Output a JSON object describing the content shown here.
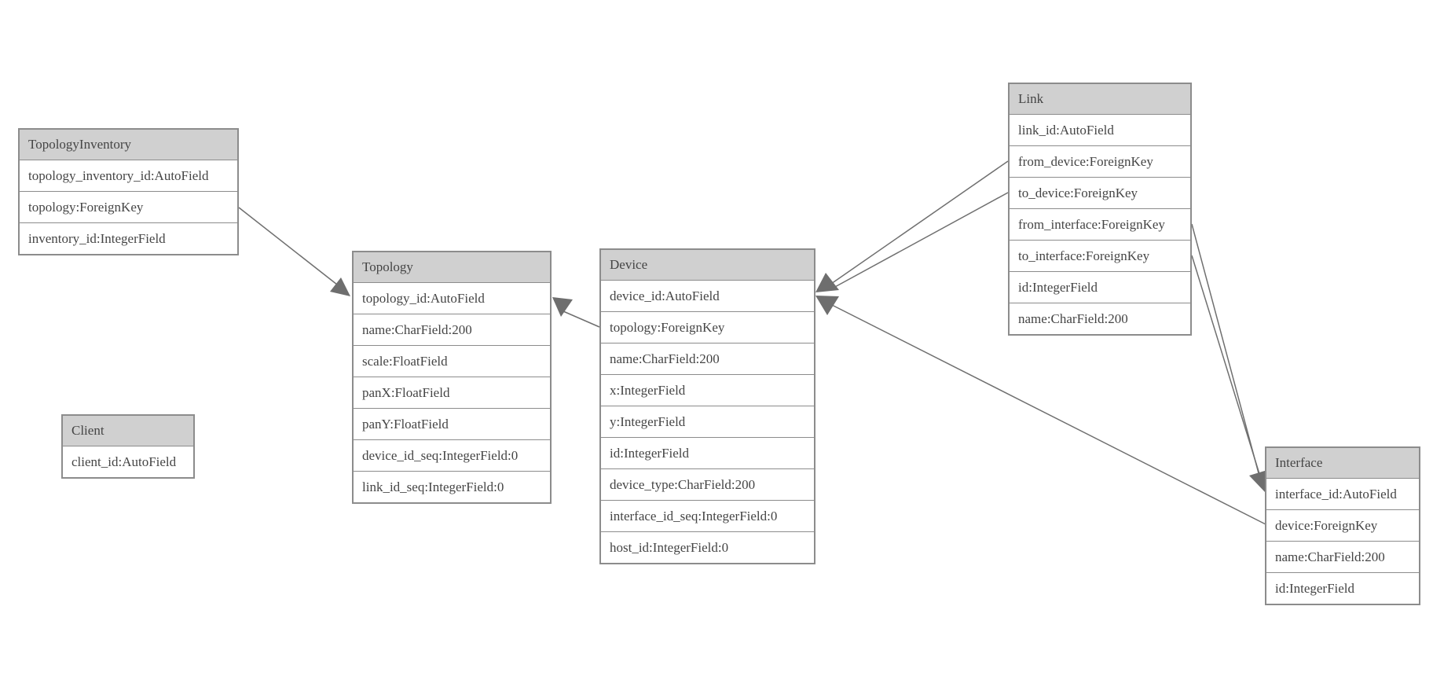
{
  "diagram": {
    "kind": "entity-relationship-model-graph",
    "background_color": "#ffffff",
    "header_bg_color": "#d0d0d0",
    "border_color": "#8c8c8c",
    "text_color": "#454545",
    "line_color": "#6f6f6f",
    "arrow_color": "#6e6e6e"
  },
  "tables": [
    {
      "name": "TopologyInventory",
      "fields": [
        "topology_inventory_id:AutoField",
        "topology:ForeignKey",
        "inventory_id:IntegerField"
      ]
    },
    {
      "name": "Topology",
      "fields": [
        "topology_id:AutoField",
        "name:CharField:200",
        "scale:FloatField",
        "panX:FloatField",
        "panY:FloatField",
        "device_id_seq:IntegerField:0",
        "link_id_seq:IntegerField:0"
      ]
    },
    {
      "name": "Client",
      "fields": [
        "client_id:AutoField"
      ]
    },
    {
      "name": "Device",
      "fields": [
        "device_id:AutoField",
        "topology:ForeignKey",
        "name:CharField:200",
        "x:IntegerField",
        "y:IntegerField",
        "id:IntegerField",
        "device_type:CharField:200",
        "interface_id_seq:IntegerField:0",
        "host_id:IntegerField:0"
      ]
    },
    {
      "name": "Link",
      "fields": [
        "link_id:AutoField",
        "from_device:ForeignKey",
        "to_device:ForeignKey",
        "from_interface:ForeignKey",
        "to_interface:ForeignKey",
        "id:IntegerField",
        "name:CharField:200"
      ]
    },
    {
      "name": "Interface",
      "fields": [
        "interface_id:AutoField",
        "device:ForeignKey",
        "name:CharField:200",
        "id:IntegerField"
      ]
    }
  ],
  "relationships": [
    {
      "from": "TopologyInventory.topology",
      "to": "Topology.topology_id"
    },
    {
      "from": "Device.topology",
      "to": "Topology.topology_id"
    },
    {
      "from": "Link.from_device",
      "to": "Device.device_id"
    },
    {
      "from": "Link.to_device",
      "to": "Device.device_id"
    },
    {
      "from": "Link.from_interface",
      "to": "Interface.interface_id"
    },
    {
      "from": "Link.to_interface",
      "to": "Interface.interface_id"
    },
    {
      "from": "Interface.device",
      "to": "Device.device_id"
    }
  ]
}
